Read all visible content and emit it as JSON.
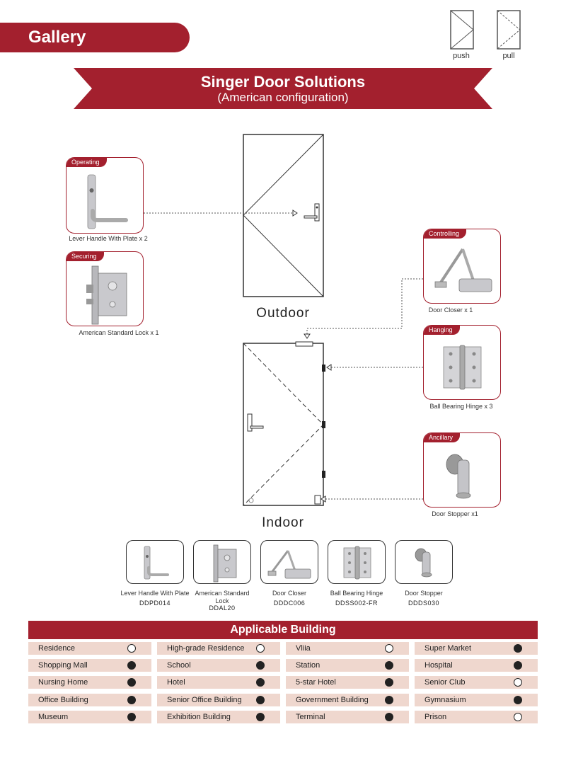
{
  "header": {
    "gallery": "Gallery"
  },
  "legend": {
    "push": "push",
    "pull": "pull"
  },
  "banner": {
    "title": "Singer Door Solutions",
    "subtitle": "(American configuration)"
  },
  "cards": {
    "operating": {
      "tag": "Operating",
      "caption": "Lever Handle With Plate x 2"
    },
    "securing": {
      "tag": "Securing",
      "caption": "American Standard Lock x 1"
    },
    "controlling": {
      "tag": "Controlling",
      "caption": "Door Closer x 1"
    },
    "hanging": {
      "tag": "Hanging",
      "caption": "Ball Bearing Hinge x 3"
    },
    "ancillary": {
      "tag": "Ancillary",
      "caption": "Door Stopper x1"
    }
  },
  "doors": {
    "outdoor": "Outdoor",
    "indoor": "Indoor"
  },
  "products": [
    {
      "name": "Lever Handle With Plate",
      "code": "DDPD014"
    },
    {
      "name": "American Standard Lock",
      "code": "DDAL20"
    },
    {
      "name": "Door Closer",
      "code": "DDDC006"
    },
    {
      "name": "Ball Bearing Hinge",
      "code": "DDSS002-FR"
    },
    {
      "name": "Door Stopper",
      "code": "DDDS030"
    }
  ],
  "applicable": {
    "title": "Applicable Building",
    "rows": [
      [
        {
          "name": "Residence",
          "applicable": false
        },
        {
          "name": "High-grade Residence",
          "applicable": false
        },
        {
          "name": "Vliia",
          "applicable": false
        },
        {
          "name": "Super Market",
          "applicable": true
        }
      ],
      [
        {
          "name": "Shopping Mall",
          "applicable": true
        },
        {
          "name": "School",
          "applicable": true
        },
        {
          "name": "Station",
          "applicable": true
        },
        {
          "name": "Hospital",
          "applicable": true
        }
      ],
      [
        {
          "name": "Nursing Home",
          "applicable": true
        },
        {
          "name": "Hotel",
          "applicable": true
        },
        {
          "name": "5-star Hotel",
          "applicable": true
        },
        {
          "name": "Senior Club",
          "applicable": false
        }
      ],
      [
        {
          "name": "Office Building",
          "applicable": true
        },
        {
          "name": "Senior Office Building",
          "applicable": true
        },
        {
          "name": "Government Building",
          "applicable": true
        },
        {
          "name": "Gymnasium",
          "applicable": true
        }
      ],
      [
        {
          "name": "Museum",
          "applicable": true
        },
        {
          "name": "Exhibition Building",
          "applicable": true
        },
        {
          "name": "Terminal",
          "applicable": true
        },
        {
          "name": "Prison",
          "applicable": false
        }
      ]
    ]
  },
  "colors": {
    "brand": "#a3202e",
    "cell": "#efd7ce"
  }
}
